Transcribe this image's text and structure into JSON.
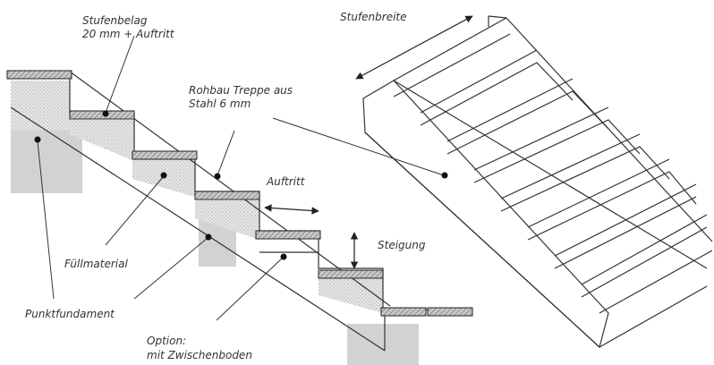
{
  "labels": {
    "stufenbelag_line1": "Stufenbelag",
    "stufenbelag_line2": "20 mm + Auftritt",
    "rohbau_line1": "Rohbau  Treppe aus",
    "rohbau_line2": "Stahl 6 mm",
    "auftritt": "Auftritt",
    "steigung": "Steigung",
    "fuellmaterial": "Füllmaterial",
    "punktfundament": "Punktfundament",
    "option_line1": "Option:",
    "option_line2": "mit Zwischenboden",
    "stufenbreite": "Stufenbreite"
  },
  "colors": {
    "line": "#333333",
    "fill_material": "#dddddd",
    "foundation": "#cfcfcf",
    "tread_cover": "#bbbbbb",
    "background": "#ffffff"
  }
}
